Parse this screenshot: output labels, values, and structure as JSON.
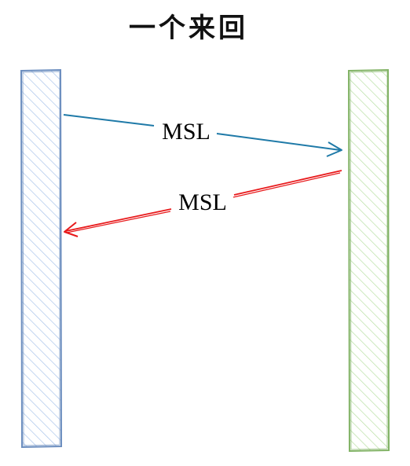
{
  "title": "一个来回",
  "participants": [
    {
      "id": "left",
      "color": "#6c8ebf",
      "hatch": "#a9c4eb"
    },
    {
      "id": "right",
      "color": "#82b366",
      "hatch": "#b9e0a5"
    }
  ],
  "messages": [
    {
      "label": "MSL",
      "from": "left",
      "to": "right",
      "color": "#1f7aa8"
    },
    {
      "label": "MSL",
      "from": "right",
      "to": "left",
      "color": "#e8191b"
    }
  ]
}
